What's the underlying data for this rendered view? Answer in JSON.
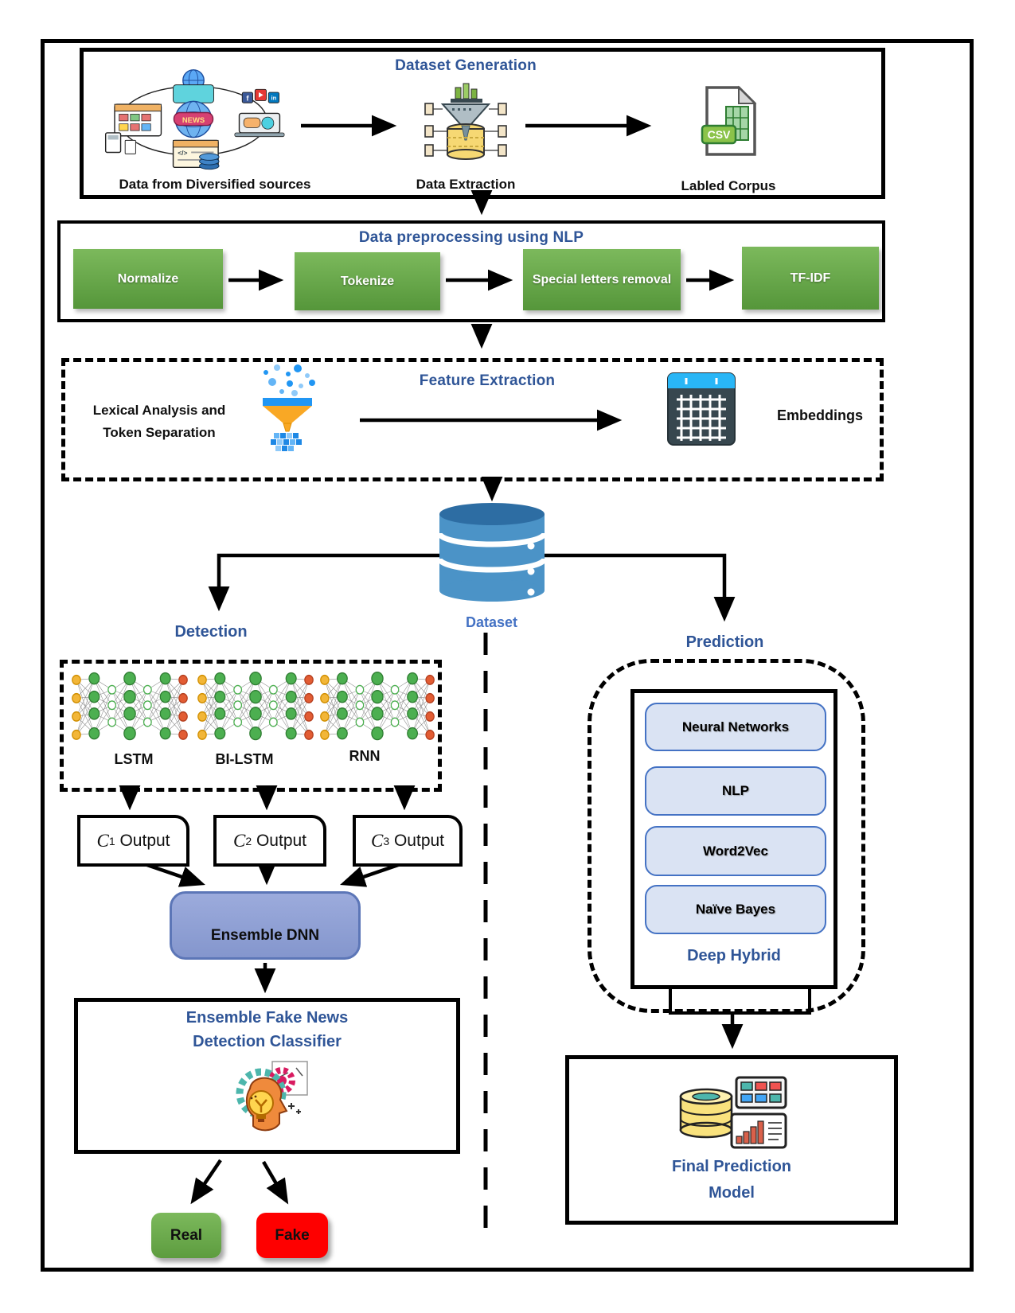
{
  "figure": {
    "dataset_generation": {
      "title": "Dataset Generation",
      "source_label": "Data from Diversified sources",
      "extraction_label": "Data Extraction",
      "corpus_label": "Labled Corpus",
      "news_text": "NEWS",
      "csv_text": "CSV"
    },
    "preprocessing": {
      "title": "Data preprocessing using NLP",
      "steps": [
        "Normalize",
        "Tokenize",
        "Special letters removal",
        "TF-IDF"
      ]
    },
    "feature_extraction": {
      "title": "Feature Extraction",
      "lexical_line1": "Lexical Analysis and",
      "lexical_line2": "Token Separation",
      "embeddings_label": "Embeddings"
    },
    "dataset_label": "Dataset",
    "detection": {
      "title": "Detection",
      "models": [
        "LSTM",
        "BI-LSTM",
        "RNN"
      ],
      "outputs": [
        {
          "symbol": "C",
          "subscript": "1",
          "label": "Output"
        },
        {
          "symbol": "C",
          "subscript": "2",
          "label": "Output"
        },
        {
          "symbol": "C",
          "subscript": "3",
          "label": "Output"
        }
      ],
      "ensemble_dnn": "Ensemble DNN",
      "classifier_line1": "Ensemble Fake News",
      "classifier_line2": "Detection Classifier",
      "real": "Real",
      "fake": "Fake"
    },
    "prediction": {
      "title": "Prediction",
      "methods": [
        "Neural Networks",
        "NLP",
        "Word2Vec",
        "Naïve Bayes"
      ],
      "hybrid_label": "Deep Hybrid",
      "final_line1": "Final Prediction",
      "final_line2": "Model"
    },
    "colors": {
      "title_blue": "#2F5597",
      "dataset_blue": "#4472C4",
      "step_green": "#5f9e3e",
      "button_fill": "#dae3f3",
      "button_border": "#4472c4",
      "ensemble_fill": "#8e9fd4",
      "real_green": "#6aa84f",
      "fake_red": "#fe0000"
    }
  }
}
